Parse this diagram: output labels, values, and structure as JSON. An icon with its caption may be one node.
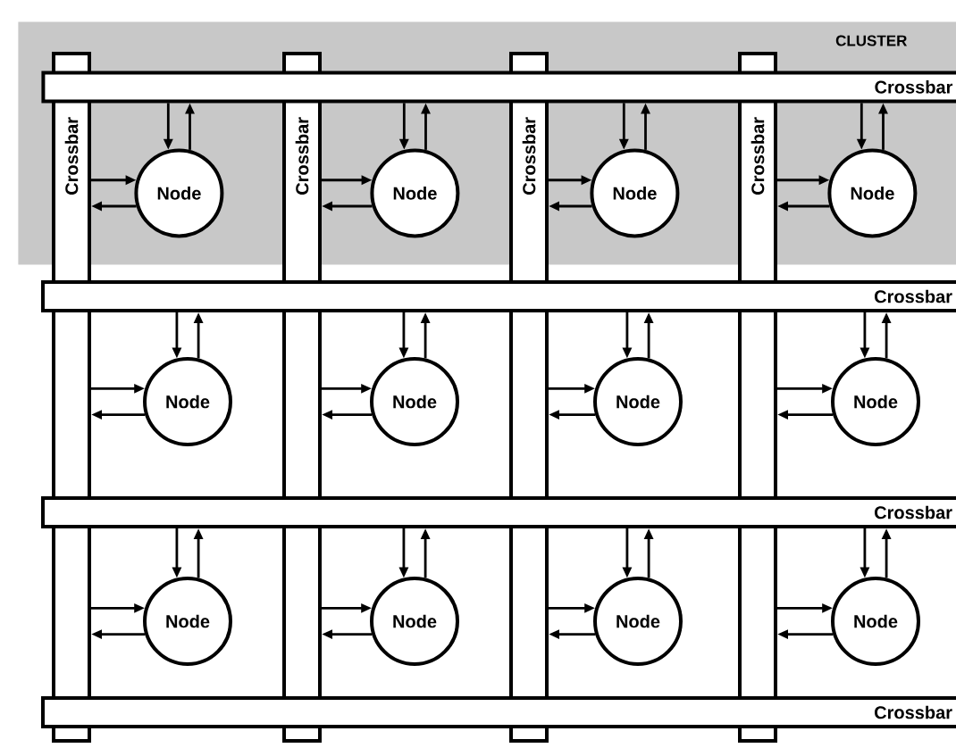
{
  "diagram": {
    "nodes": [
      {
        "text": [
          "CLUSTER"
        ]
      },
      {
        "text": [
          "Crossbar"
        ],
        "in": 0
      },
      {
        "text": [
          "Crossbar"
        ]
      },
      {
        "text": [
          "Crossbar"
        ]
      },
      {
        "text": [
          "Crossbar"
        ]
      },
      {
        "text": [
          "Crossbar"
        ]
      },
      {
        "text": [
          "Node"
        ],
        "in": 0
      },
      {
        "text": [
          "Node"
        ],
        "in": 0
      },
      {
        "text": [
          "Node"
        ],
        "in": 0
      },
      {
        "text": [
          "Node"
        ],
        "in": 0
      },
      {
        "text": [
          "Crossbar"
        ]
      },
      {
        "text": [
          "Node"
        ]
      },
      {
        "text": [
          "Node"
        ]
      },
      {
        "text": [
          "Node"
        ]
      },
      {
        "text": [
          "Node"
        ]
      },
      {
        "text": [
          "Crossbar"
        ]
      },
      {
        "text": [
          "Node"
        ]
      },
      {
        "text": [
          "Node"
        ]
      },
      {
        "text": [
          "Node"
        ]
      },
      {
        "text": [
          "Node"
        ]
      },
      {
        "text": [
          "Crossbar"
        ]
      }
    ],
    "edges": [
      {
        "from": 1,
        "to": 6,
        "arrow": "to"
      },
      {
        "from": 6,
        "to": 1,
        "arrow": "to"
      },
      {
        "from": 2,
        "to": 6,
        "arrow": "to"
      },
      {
        "from": 6,
        "to": 2,
        "arrow": "to"
      },
      {
        "from": 1,
        "to": 7,
        "arrow": "to"
      },
      {
        "from": 7,
        "to": 1,
        "arrow": "to"
      },
      {
        "from": 3,
        "to": 7,
        "arrow": "to"
      },
      {
        "from": 7,
        "to": 3,
        "arrow": "to"
      },
      {
        "from": 1,
        "to": 8,
        "arrow": "to"
      },
      {
        "from": 8,
        "to": 1,
        "arrow": "to"
      },
      {
        "from": 4,
        "to": 8,
        "arrow": "to"
      },
      {
        "from": 8,
        "to": 4,
        "arrow": "to"
      },
      {
        "from": 1,
        "to": 9,
        "arrow": "to"
      },
      {
        "from": 9,
        "to": 1,
        "arrow": "to"
      },
      {
        "from": 5,
        "to": 9,
        "arrow": "to"
      },
      {
        "from": 9,
        "to": 5,
        "arrow": "to"
      },
      {
        "from": 10,
        "to": 11,
        "arrow": "to"
      },
      {
        "from": 11,
        "to": 10,
        "arrow": "to"
      },
      {
        "from": 2,
        "to": 11,
        "arrow": "to"
      },
      {
        "from": 11,
        "to": 2,
        "arrow": "to"
      },
      {
        "from": 10,
        "to": 12,
        "arrow": "to"
      },
      {
        "from": 12,
        "to": 10,
        "arrow": "to"
      },
      {
        "from": 3,
        "to": 12,
        "arrow": "to"
      },
      {
        "from": 12,
        "to": 3,
        "arrow": "to"
      },
      {
        "from": 10,
        "to": 13,
        "arrow": "to"
      },
      {
        "from": 13,
        "to": 10,
        "arrow": "to"
      },
      {
        "from": 4,
        "to": 13,
        "arrow": "to"
      },
      {
        "from": 13,
        "to": 4,
        "arrow": "to"
      },
      {
        "from": 10,
        "to": 14,
        "arrow": "to"
      },
      {
        "from": 14,
        "to": 10,
        "arrow": "to"
      },
      {
        "from": 5,
        "to": 14,
        "arrow": "to"
      },
      {
        "from": 14,
        "to": 5,
        "arrow": "to"
      },
      {
        "from": 15,
        "to": 16,
        "arrow": "to"
      },
      {
        "from": 16,
        "to": 15,
        "arrow": "to"
      },
      {
        "from": 2,
        "to": 16,
        "arrow": "to"
      },
      {
        "from": 16,
        "to": 2,
        "arrow": "to"
      },
      {
        "from": 15,
        "to": 17,
        "arrow": "to"
      },
      {
        "from": 17,
        "to": 15,
        "arrow": "to"
      },
      {
        "from": 3,
        "to": 17,
        "arrow": "to"
      },
      {
        "from": 17,
        "to": 3,
        "arrow": "to"
      },
      {
        "from": 15,
        "to": 18,
        "arrow": "to"
      },
      {
        "from": 18,
        "to": 15,
        "arrow": "to"
      },
      {
        "from": 4,
        "to": 18,
        "arrow": "to"
      },
      {
        "from": 18,
        "to": 4,
        "arrow": "to"
      },
      {
        "from": 15,
        "to": 19,
        "arrow": "to"
      },
      {
        "from": 19,
        "to": 15,
        "arrow": "to"
      },
      {
        "from": 5,
        "to": 19,
        "arrow": "to"
      },
      {
        "from": 19,
        "to": 5,
        "arrow": "to"
      }
    ]
  }
}
